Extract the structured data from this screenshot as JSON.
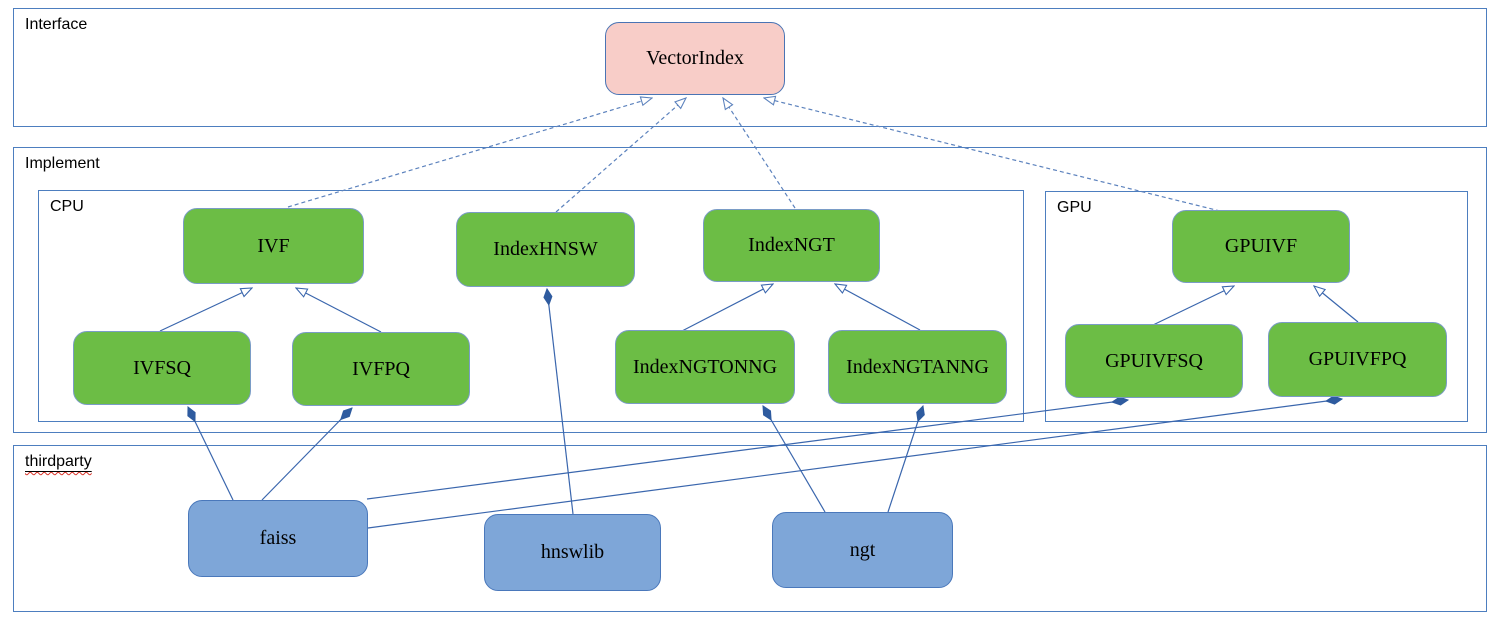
{
  "diagram": {
    "containers": {
      "interface": {
        "label": "Interface"
      },
      "implement": {
        "label": "Implement"
      },
      "cpu": {
        "label": "CPU"
      },
      "gpu": {
        "label": "GPU"
      },
      "thirdparty": {
        "label": "thirdparty"
      }
    },
    "nodes": {
      "vectorindex": {
        "label": "VectorIndex",
        "kind": "interface"
      },
      "ivf": {
        "label": "IVF",
        "kind": "cpu-class"
      },
      "indexhnsw": {
        "label": "IndexHNSW",
        "kind": "cpu-class"
      },
      "indexngt": {
        "label": "IndexNGT",
        "kind": "cpu-class"
      },
      "ivfsq": {
        "label": "IVFSQ",
        "kind": "cpu-class"
      },
      "ivfpq": {
        "label": "IVFPQ",
        "kind": "cpu-class"
      },
      "indexngtonng": {
        "label": "IndexNGTONNG",
        "kind": "cpu-class"
      },
      "indexngtanng": {
        "label": "IndexNGTANNG",
        "kind": "cpu-class"
      },
      "gpuivf": {
        "label": "GPUIVF",
        "kind": "gpu-class"
      },
      "gpuivfsq": {
        "label": "GPUIVFSQ",
        "kind": "gpu-class"
      },
      "gpuivfpq": {
        "label": "GPUIVFPQ",
        "kind": "gpu-class"
      },
      "faiss": {
        "label": "faiss",
        "kind": "thirdparty-lib"
      },
      "hnswlib": {
        "label": "hnswlib",
        "kind": "thirdparty-lib"
      },
      "ngt": {
        "label": "ngt",
        "kind": "thirdparty-lib"
      }
    },
    "relationships": [
      {
        "from": "IVF",
        "to": "VectorIndex",
        "type": "realization-dashed-hollow-arrow"
      },
      {
        "from": "IndexHNSW",
        "to": "VectorIndex",
        "type": "realization-dashed-hollow-arrow"
      },
      {
        "from": "IndexNGT",
        "to": "VectorIndex",
        "type": "realization-dashed-hollow-arrow"
      },
      {
        "from": "GPUIVF",
        "to": "VectorIndex",
        "type": "realization-dashed-hollow-arrow"
      },
      {
        "from": "IVFSQ",
        "to": "IVF",
        "type": "generalization-hollow-arrow"
      },
      {
        "from": "IVFPQ",
        "to": "IVF",
        "type": "generalization-hollow-arrow"
      },
      {
        "from": "IndexNGTONNG",
        "to": "IndexNGT",
        "type": "generalization-hollow-arrow"
      },
      {
        "from": "IndexNGTANNG",
        "to": "IndexNGT",
        "type": "generalization-hollow-arrow"
      },
      {
        "from": "GPUIVFSQ",
        "to": "GPUIVF",
        "type": "generalization-hollow-arrow"
      },
      {
        "from": "GPUIVFPQ",
        "to": "GPUIVF",
        "type": "generalization-hollow-arrow"
      },
      {
        "from": "faiss",
        "to": "IVFSQ",
        "type": "composition-diamond"
      },
      {
        "from": "faiss",
        "to": "IVFPQ",
        "type": "composition-diamond"
      },
      {
        "from": "faiss",
        "to": "GPUIVFSQ",
        "type": "composition-diamond"
      },
      {
        "from": "faiss",
        "to": "GPUIVFPQ",
        "type": "composition-diamond"
      },
      {
        "from": "hnswlib",
        "to": "IndexHNSW",
        "type": "composition-diamond"
      },
      {
        "from": "ngt",
        "to": "IndexNGTONNG",
        "type": "composition-diamond"
      },
      {
        "from": "ngt",
        "to": "IndexNGTANNG",
        "type": "composition-diamond"
      }
    ],
    "colors": {
      "class_green_fill": "#6cbd45",
      "interface_pink_fill": "#f8cdc8",
      "thirdparty_blue_fill": "#7ea6d8",
      "edge_blue": "#3a66ad",
      "dashed_edge_blue": "#5c82bd",
      "container_border_blue": "#4d7ebf",
      "diamond_blue": "#2e5b9f",
      "spellcheck_red": "#d93025"
    }
  }
}
